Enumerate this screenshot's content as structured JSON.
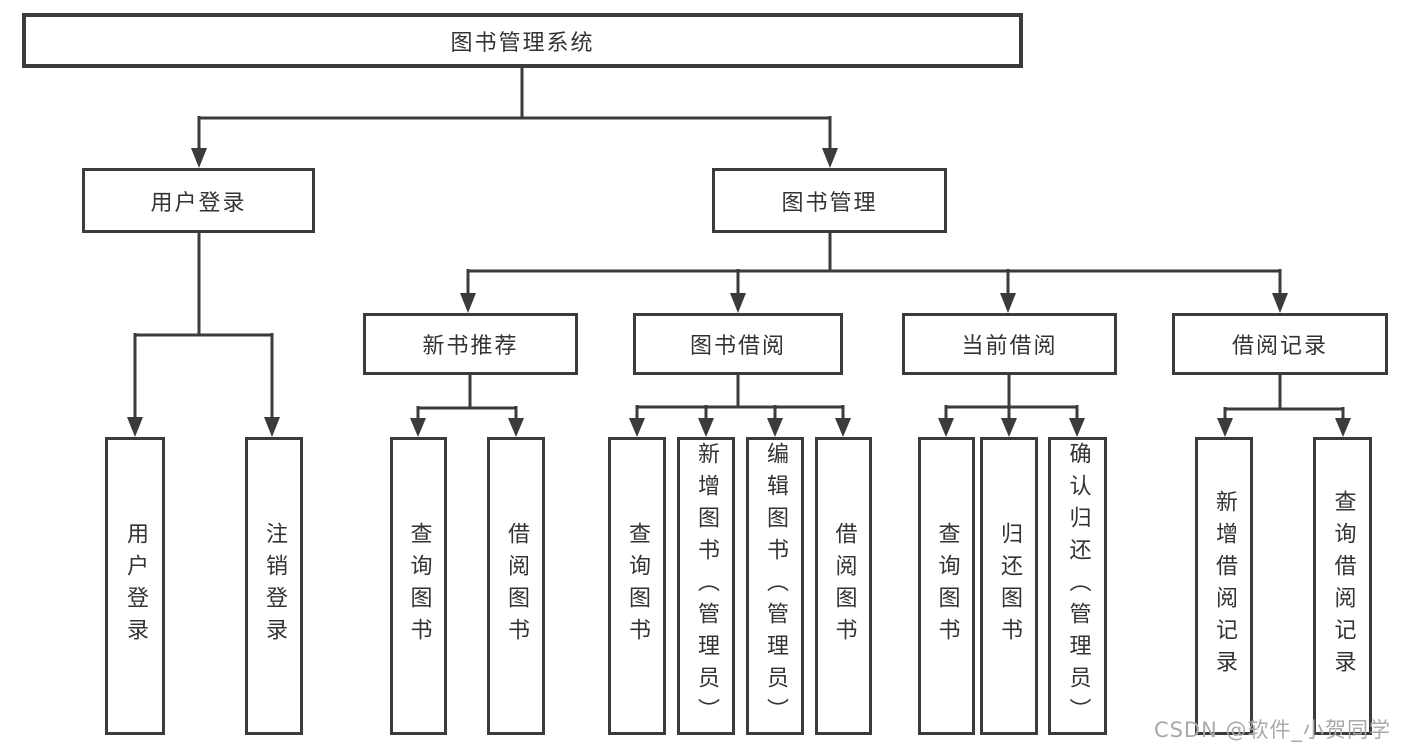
{
  "colors": {
    "line": "#3b3b3b",
    "text": "#333333",
    "watermark": "#a9a9a9",
    "bg": "#ffffff"
  },
  "watermark": "CSDN @软件_小贺同学",
  "diagram": {
    "root": {
      "label": "图书管理系统"
    },
    "level2": [
      {
        "label": "用户登录"
      },
      {
        "label": "图书管理"
      }
    ],
    "level3": [
      {
        "label": "新书推荐"
      },
      {
        "label": "图书借阅"
      },
      {
        "label": "当前借阅"
      },
      {
        "label": "借阅记录"
      }
    ],
    "leaves": [
      {
        "label": "用户登录"
      },
      {
        "label": "注销登录"
      },
      {
        "label": "查询图书"
      },
      {
        "label": "借阅图书"
      },
      {
        "label": "查询图书"
      },
      {
        "label": "新增图书（管理员）"
      },
      {
        "label": "编辑图书（管理员）"
      },
      {
        "label": "借阅图书"
      },
      {
        "label": "查询图书"
      },
      {
        "label": "归还图书"
      },
      {
        "label": "确认归还（管理员）"
      },
      {
        "label": "新增借阅记录"
      },
      {
        "label": "查询借阅记录"
      }
    ]
  }
}
